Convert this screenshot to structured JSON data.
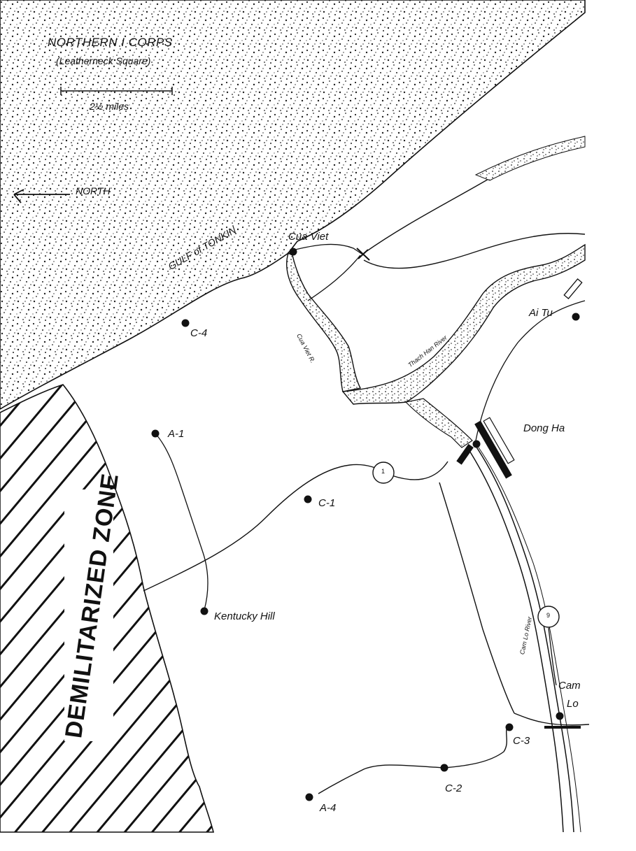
{
  "map": {
    "title": "NORTHERN I CORPS",
    "subtitle": "(Leatherneck Square)",
    "scale_label": "2½ miles",
    "north_label": "NORTH",
    "water_label": "GULF of TONKIN",
    "zone_label": "DEMILITARIZED ZONE",
    "rivers": {
      "cua_viet": "Cua Viet R.",
      "thach_han": "Thach Han River",
      "cam_lo": "Cam Lo River"
    },
    "routes": [
      "1",
      "9"
    ],
    "places": {
      "cua_viet": "Cua Viet",
      "ai_tu": "Ai Tu",
      "dong_ha": "Dong Ha",
      "cam": "Cam",
      "lo": "Lo",
      "c4": "C-4",
      "a1": "A-1",
      "c1": "C-1",
      "kentucky_hill": "Kentucky Hill",
      "c3": "C-3",
      "c2": "C-2",
      "a4": "A-4"
    }
  }
}
